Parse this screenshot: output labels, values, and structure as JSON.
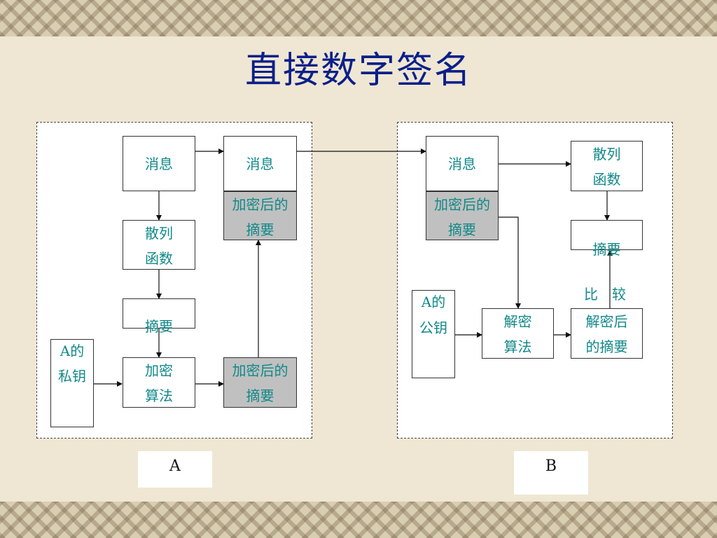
{
  "title": "直接数字签名",
  "panel_a": {
    "label": "A",
    "message": "消息",
    "hash_function": [
      "散列",
      "函数"
    ],
    "digest": "摘要",
    "encrypt_algorithm": [
      "加密",
      "算法"
    ],
    "private_key": [
      "A的",
      "私钥"
    ],
    "sent_message": "消息",
    "encrypted_digest_top": [
      "加密后的",
      "摘要"
    ],
    "encrypted_digest_bottom": [
      "加密后的",
      "摘要"
    ]
  },
  "panel_b": {
    "label": "B",
    "message": "消息",
    "encrypted_digest": [
      "加密后的",
      "摘要"
    ],
    "hash_function": [
      "散列",
      "函数"
    ],
    "digest": "摘要",
    "compare": "比　较",
    "public_key": [
      "A的",
      "公钥"
    ],
    "decrypt_algorithm": [
      "解密",
      "算法"
    ],
    "decrypted_digest": [
      "解密后",
      "的摘要"
    ]
  },
  "colors": {
    "title": "#0b1f8a",
    "node_text": "#118888",
    "gray_fill": "#c0c0c0"
  }
}
